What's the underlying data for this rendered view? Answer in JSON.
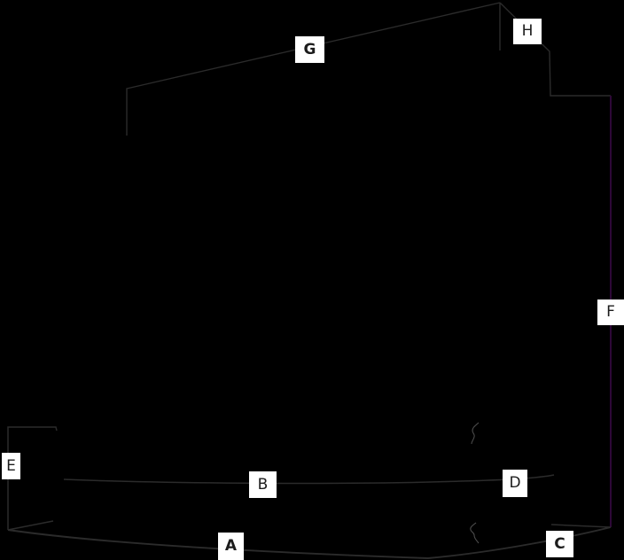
{
  "diagram": {
    "background": "#000000",
    "line_color": "#2b2b2b",
    "accent_line_color": "#2e0838",
    "tie_color": "#4c4c4c",
    "label_bg": "#ffffff",
    "label_text_color": "#1c1c1c",
    "labels": [
      {
        "text": "A",
        "style": "bold"
      },
      {
        "text": "B",
        "style": "regular"
      },
      {
        "text": "C",
        "style": "bold"
      },
      {
        "text": "D",
        "style": "regular"
      },
      {
        "text": "E",
        "style": "regular"
      },
      {
        "text": "F",
        "style": "regular"
      },
      {
        "text": "G",
        "style": "bold"
      },
      {
        "text": "H",
        "style": "regular"
      }
    ]
  }
}
